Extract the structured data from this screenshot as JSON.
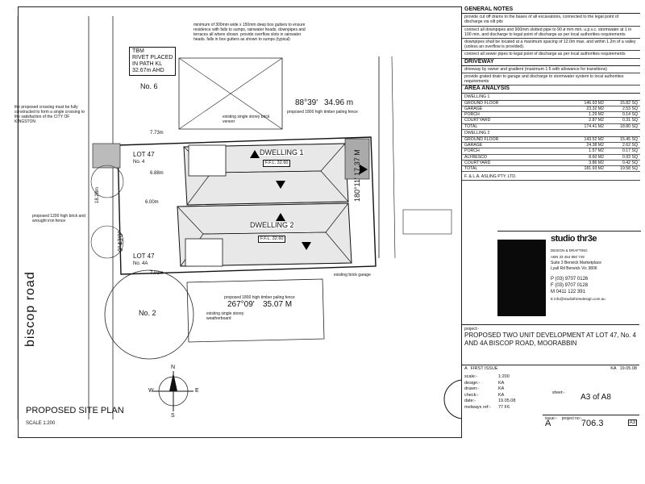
{
  "tbm": {
    "l1": "TBM",
    "l2": "RIVET PLACED",
    "l3": "IN PATH KL",
    "l4": "32.67m AHD"
  },
  "gutter_note": "minimum of 300mm wide x 150mm deep box gutters to ensure residence with falls to sumps, rainwater heads, downpipes and terraces all where shown. provide overflow slots in rainwater heads. falls in box gutters as shown to sumps (typical)",
  "crossing_note": "the proposed crossing must be fully constructed to form a single crossing to the satisfaction of the CITY OF KINGSTON",
  "fence_note": "proposed 1200 high brick and wrought iron fence",
  "labels": {
    "no6": "No. 6",
    "no2": "No. 2",
    "lot47a": "LOT 47",
    "no4": "No. 4",
    "lot47b": "LOT 47",
    "no4a": "No. 4A",
    "dwelling1": "DWELLING 1",
    "dwelling2": "DWELLING 2",
    "bearing_top": "88°39'",
    "dist_top": "34.96 m",
    "fence_top": "proposed 1800 high timber paling fence",
    "bearing_bottom": "267°09'",
    "dist_bottom": "35.07 M",
    "fence_bottom": "proposed 1800 high timber paling fence",
    "right_dist": "180°11' 17.37 M",
    "left_dist": "0°43'0\"",
    "biscop": "biscop  road",
    "existing_top": "existing single storey brick veneer",
    "existing_bottom": "existing single storey weatherboard",
    "existing_garage": "existing brick garage",
    "fpl1": "F.F.L. 32.60",
    "fpl2": "F.F.L. 32.60",
    "dim1": "7.73m",
    "dim2": "6.88m",
    "dim3": "6.00m",
    "dim4": "7.01m",
    "dim5": "18.28m"
  },
  "site_plan_title": "PROPOSED SITE PLAN",
  "scale": "SCALE 1:200",
  "general_notes": {
    "heading": "GENERAL NOTES",
    "items": [
      "provide cut off drains to the bases of all excavations, connected to the legal point of discharge via silt pits",
      "connect all downpipes and 900mm slotted pipe to 90 ø mm min. u.p.v.c. stormwater at 1 in 100 min. and discharge to legal point of discharge as per local authorities requirements",
      "downpipes shall be located at a maximum spacing of 12.0m max. and within 1.2m of a valley (unless an overflow is provided).",
      "connect all sewer pipes to legal point of discharge as per local authorities requirements"
    ]
  },
  "driveway": {
    "heading": "DRIVEWAY",
    "items": [
      "driveway by owner and gradient (maximum 1:5 with allowance for transitions)",
      "provide grated drain to garage and discharge to stormwater system to local authorities requirements"
    ]
  },
  "area_analysis": {
    "heading": "AREA ANALYSIS",
    "d1_label": "DWELLING 1",
    "d1": [
      {
        "name": "GROUND FLOOR",
        "m2": "146.93 M2",
        "sq": "15.82 SQ"
      },
      {
        "name": "GARAGE",
        "m2": "23.32 M2",
        "sq": "2.53 SQ"
      },
      {
        "name": "PORCH",
        "m2": "1.29 M2",
        "sq": "0.14 SQ"
      },
      {
        "name": "COURTYARD",
        "m2": "2.87 M2",
        "sq": "0.31 SQ"
      },
      {
        "name": "TOTAL",
        "m2": "174.41 M2",
        "sq": "18.80 SQ"
      }
    ],
    "d2_label": "DWELLING 2",
    "d2": [
      {
        "name": "GROUND FLOOR",
        "m2": "143.52 M2",
        "sq": "15.45 SQ"
      },
      {
        "name": "GARAGE",
        "m2": "24.38 M2",
        "sq": "2.62 SQ"
      },
      {
        "name": "PORCH",
        "m2": "1.57 M2",
        "sq": "0.17 SQ"
      },
      {
        "name": "ALFRESCO",
        "m2": "8.60 M2",
        "sq": "0.93 SQ"
      },
      {
        "name": "COURTYARD",
        "m2": "3.86 M2",
        "sq": "0.42 SQ"
      },
      {
        "name": "TOTAL",
        "m2": "181.93 M2",
        "sq": "19.58 SQ"
      }
    ]
  },
  "owner": "F. & L.A. ASLING PTY. LTD.",
  "company": {
    "name": "studio thr3e",
    "sub": "DESIGN & DRAFTING",
    "abn": "ABN 33 454 950 749",
    "addr1": "Suite 3 Berwick Marketplace",
    "addr2": "Lyall Rd Berwick Vic 3806",
    "phone": "P (03) 9707 0126",
    "fax": "F (03) 9707 0128",
    "mobile": "M 0411 122 391",
    "email": "E info@studiothreedesign.com.au"
  },
  "project": {
    "label": "project:-",
    "title": "PROPOSED TWO UNIT DEVELOPMENT AT LOT 47, No. 4 AND 4A BISCOP ROAD, MOORABBIN"
  },
  "revision": {
    "code": "A",
    "desc": "FIRST ISSUE",
    "by": "KA",
    "date": "19.05.08"
  },
  "meta": {
    "scale_label": "scale:-",
    "scale_val": "1:200",
    "design_label": "design:-",
    "design_val": "KA",
    "drawn_label": "drawn:-",
    "drawn_val": "KA",
    "check_label": "check:-",
    "check_val": "KA",
    "date_label": "date:-",
    "date_val": "19.05.08",
    "melways_label": "melways ref:-",
    "melways_val": "77 F6",
    "issue_label": "issue:-",
    "issue_val": "A",
    "sheet_label": "sheet:-",
    "sheet_val": "A3 of A8",
    "projno_label": "project no:-",
    "projno_val": "706.3",
    "size": "A3"
  },
  "compass": {
    "n": "N",
    "s": "S",
    "e": "E",
    "w": "W"
  }
}
